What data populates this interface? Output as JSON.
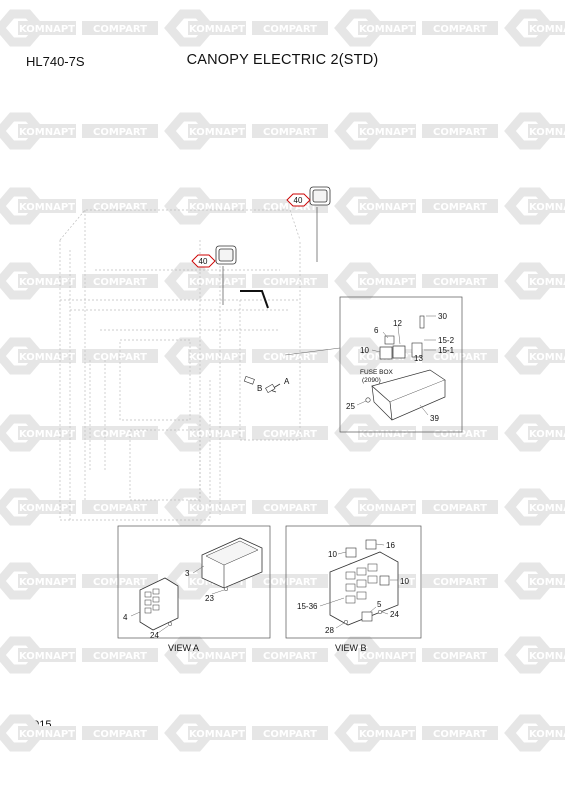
{
  "header": {
    "model": "HL740-7S",
    "title": "CANOPY ELECTRIC 2(STD)"
  },
  "footer": {
    "year": "2015"
  },
  "watermark": {
    "text_a": "KOMNAPT",
    "text_b": "COMPART"
  },
  "callouts": {
    "main_40a": "40",
    "main_40b": "40",
    "view_a": "A",
    "view_b": "B",
    "p30": "30",
    "p12": "12",
    "p6": "6",
    "p10": "10",
    "p13": "13",
    "p15_2": "15-2",
    "p15_1": "15-1",
    "p25": "25",
    "p39": "39",
    "fuse_box": "FUSE BOX",
    "fuse_box_sub": "(2090)",
    "va_3": "3",
    "va_23": "23",
    "va_4": "4",
    "va_24": "24",
    "va_label": "VIEW A",
    "vb_10a": "10",
    "vb_16": "16",
    "vb_10b": "10",
    "vb_15_36": "15-36",
    "vb_5": "5",
    "vb_24": "24",
    "vb_28": "28",
    "vb_label": "VIEW B"
  },
  "colors": {
    "watermark": "#e6e6e6",
    "callout_ring": "#cc0000",
    "line": "#333333",
    "ghost": "#bdbdbd"
  }
}
